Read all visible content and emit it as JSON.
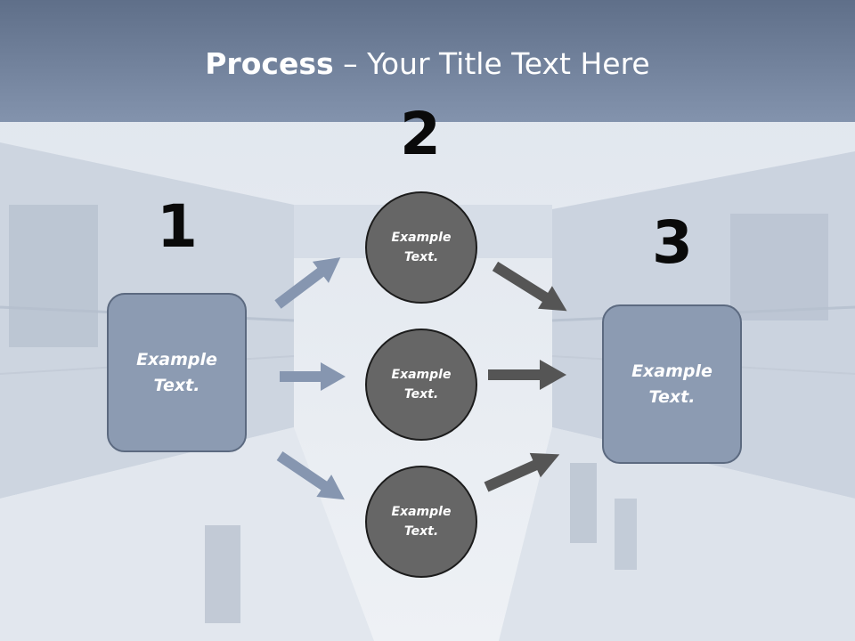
{
  "slide": {
    "title_bold": "Process",
    "title_rest": " – Your Title Text Here",
    "step_numbers": [
      "1",
      "2",
      "3"
    ],
    "left_box": "Example Text.",
    "right_box": "Example Text.",
    "circles": [
      "Example Text.",
      "Example Text.",
      "Example Text."
    ]
  },
  "colors": {
    "header": "#7282a0",
    "box_fill": "#8c9bb2",
    "circle_fill": "#666666",
    "arrow_blue": "#8696b0",
    "arrow_dark": "#555555"
  }
}
